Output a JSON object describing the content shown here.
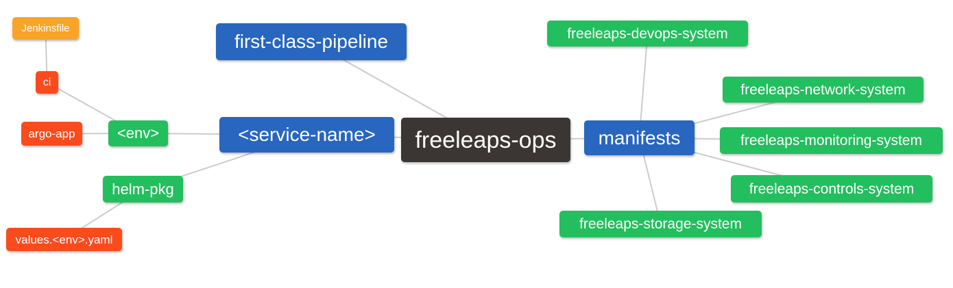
{
  "diagram": {
    "type": "mindmap",
    "background": "#ffffff",
    "edge_color": "#cccccc",
    "edge_width": 2,
    "palette": {
      "blue": "#2866BF",
      "green": "#23BE5E",
      "red": "#FA4B1D",
      "amber": "#F9A426",
      "dark": "#3B3633",
      "text": "#ffffff"
    },
    "nodes": [
      {
        "id": "jenkinsfile",
        "label": "Jenkinsfile",
        "color": "amber"
      },
      {
        "id": "ci",
        "label": "ci",
        "color": "red"
      },
      {
        "id": "argo-app",
        "label": "argo-app",
        "color": "red"
      },
      {
        "id": "env",
        "label": "<env>",
        "color": "green"
      },
      {
        "id": "helm-pkg",
        "label": "helm-pkg",
        "color": "green"
      },
      {
        "id": "values-env-yaml",
        "label": "values.<env>.yaml",
        "color": "red"
      },
      {
        "id": "first-class-pipeline",
        "label": "first-class-pipeline",
        "color": "blue"
      },
      {
        "id": "service-name",
        "label": "<service-name>",
        "color": "blue"
      },
      {
        "id": "freeleaps-ops",
        "label": "freeleaps-ops",
        "color": "dark"
      },
      {
        "id": "manifests",
        "label": "manifests",
        "color": "blue"
      },
      {
        "id": "freeleaps-devops-system",
        "label": "freeleaps-devops-system",
        "color": "green"
      },
      {
        "id": "freeleaps-network-system",
        "label": "freeleaps-network-system",
        "color": "green"
      },
      {
        "id": "freeleaps-monitoring-system",
        "label": "freeleaps-monitoring-system",
        "color": "green"
      },
      {
        "id": "freeleaps-controls-system",
        "label": "freeleaps-controls-system",
        "color": "green"
      },
      {
        "id": "freeleaps-storage-system",
        "label": "freeleaps-storage-system",
        "color": "green"
      }
    ],
    "edges": [
      {
        "from": "jenkinsfile",
        "to": "ci"
      },
      {
        "from": "ci",
        "to": "env"
      },
      {
        "from": "argo-app",
        "to": "env"
      },
      {
        "from": "env",
        "to": "service-name"
      },
      {
        "from": "helm-pkg",
        "to": "service-name"
      },
      {
        "from": "values-env-yaml",
        "to": "helm-pkg"
      },
      {
        "from": "first-class-pipeline",
        "to": "freeleaps-ops"
      },
      {
        "from": "service-name",
        "to": "freeleaps-ops"
      },
      {
        "from": "freeleaps-ops",
        "to": "manifests"
      },
      {
        "from": "manifests",
        "to": "freeleaps-devops-system"
      },
      {
        "from": "manifests",
        "to": "freeleaps-network-system"
      },
      {
        "from": "manifests",
        "to": "freeleaps-monitoring-system"
      },
      {
        "from": "manifests",
        "to": "freeleaps-controls-system"
      },
      {
        "from": "manifests",
        "to": "freeleaps-storage-system"
      }
    ]
  }
}
